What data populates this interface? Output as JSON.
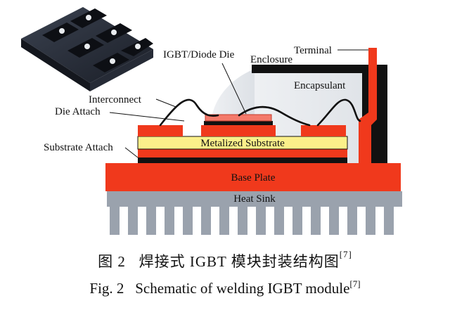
{
  "diagram": {
    "labels": {
      "terminal": "Terminal",
      "igbt_die": "IGBT/Diode Die",
      "enclosure": "Enclosure",
      "encapsulant": "Encapsulant",
      "interconnect": "Interconnect",
      "die_attach": "Die Attach",
      "substrate_attach": "Substrate Attach",
      "metalized_substrate": "Metalized Substrate",
      "base_plate": "Base Plate",
      "heat_sink": "Heat Sink"
    },
    "colors": {
      "red": "#f0391c",
      "black": "#111111",
      "yellow": "#fbf08a",
      "heat_sink_gray": "#9aa2ad",
      "die_pink": "#f47a6b",
      "encapsulant_gray": "#e3e6ea"
    }
  },
  "caption": {
    "cn_figure": "图 2",
    "cn_text": "焊接式 IGBT 模块封装结构图",
    "en_figure": "Fig. 2",
    "en_text": "Schematic of welding IGBT module",
    "ref": "[7]"
  }
}
